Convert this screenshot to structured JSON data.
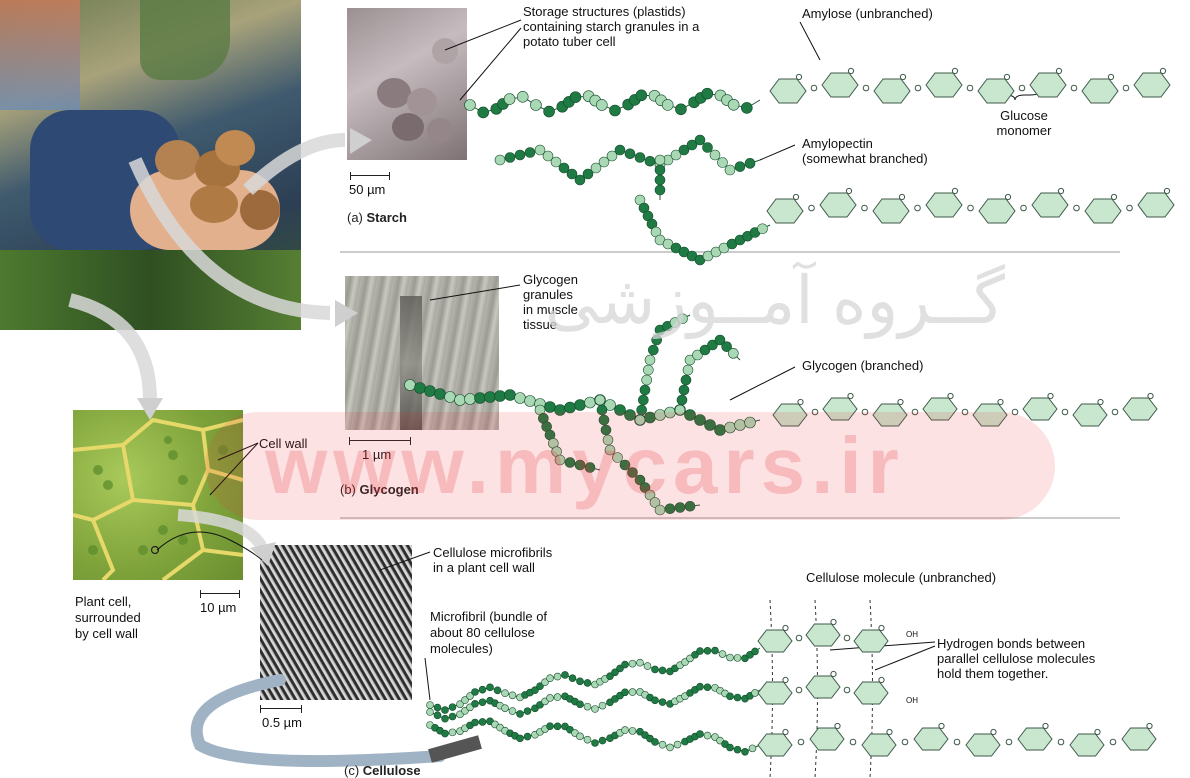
{
  "starch": {
    "section_letter": "(a)",
    "section_name": "Starch",
    "plastid_label_1": "Storage structures (plastids)",
    "plastid_label_2": "containing starch granules in a",
    "plastid_label_3": "potato tuber cell",
    "amylose_label": "Amylose (unbranched)",
    "glucose_label_1": "Glucose",
    "glucose_label_2": "monomer",
    "amylopectin_label_1": "Amylopectin",
    "amylopectin_label_2": "(somewhat branched)",
    "scale_label": "50 µm"
  },
  "glycogen": {
    "section_letter": "(b)",
    "section_name": "Glycogen",
    "granules_label_1": "Glycogen",
    "granules_label_2": "granules",
    "granules_label_3": "in muscle",
    "granules_label_4": "tissue",
    "branched_label": "Glycogen (branched)",
    "scale_label": "1 µm"
  },
  "cellulose": {
    "section_letter": "(c)",
    "section_name": "Cellulose",
    "cell_wall_label": "Cell wall",
    "plant_cell_label_1": "Plant cell,",
    "plant_cell_label_2": "surrounded",
    "plant_cell_label_3": "by cell wall",
    "plant_scale_label": "10 µm",
    "microfibrils_label_1": "Cellulose microfibrils",
    "microfibrils_label_2": "in a plant cell wall",
    "microfibril_label_1": "Microfibril (bundle of",
    "microfibril_label_2": "about 80 cellulose",
    "microfibril_label_3": "molecules)",
    "molecule_label": "Cellulose molecule (unbranched)",
    "hbond_label_1": "Hydrogen bonds between",
    "hbond_label_2": "parallel cellulose molecules",
    "hbond_label_3": "hold them together.",
    "micro_scale_label": "0.5 µm",
    "oh_1": "OH",
    "oh_2": "OH"
  },
  "watermark": {
    "text_1": "گــروه آمــوزشی",
    "text_2": "www.mycars.ir"
  },
  "colors": {
    "ring_fill": "#c9e6cf",
    "ring_stroke": "#3f5a4a",
    "bead_dark": "#1f7a44",
    "bead_light": "#a9d8b5",
    "watermark_red": "#e8323a"
  }
}
